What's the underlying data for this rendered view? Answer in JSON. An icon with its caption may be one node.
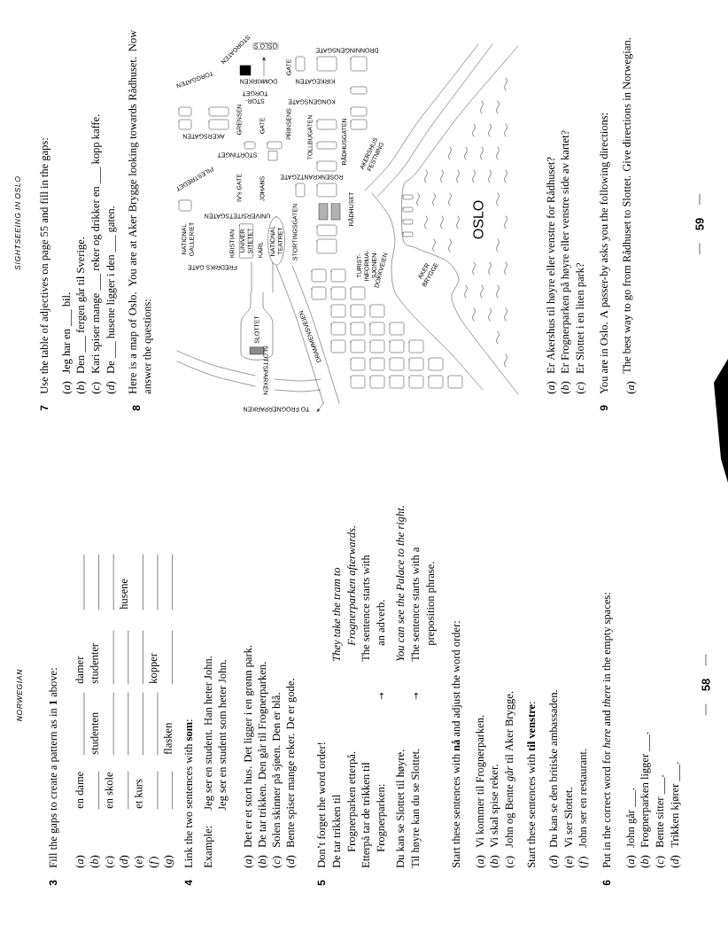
{
  "diagram": {
    "labels": [
      "NORWEGIAN",
      "3",
      "Fill the gaps to create a pattern as in **1** above:",
      "(*a*)",
      "en dame",
      "damer",
      "(*b*)",
      "studenten",
      "studenter",
      "(*c*)",
      "en skole",
      "(*d*)",
      "husene",
      "(*e*)",
      "et kurs",
      "(*f*)",
      "kopper",
      "(*g*)",
      "flasken",
      "4",
      "Link the two sentences with **som**:",
      "Example:",
      "Jeg ser en student. Han heter John.",
      "Jeg ser en student som heter John.",
      "(*a*)",
      "Det er et stort hus. Det ligger i en grønn park.",
      "(*b*)",
      "De tar trikken. Den går til Frognerparken.",
      "(*c*)",
      "Solen skinner på sjøen. Den er blå.",
      "(*d*)",
      "Bente spiser mange reker. De er gode.",
      "5",
      "Don’t forget the word order!",
      "De tar trikken til",
      "They take the tram to",
      "Frognerparken etterpå.",
      "Frognerparken afterwards.",
      "Etterpå tar de trikken til",
      "The sentence starts with",
      "Frognerparken:",
      "→",
      "an adverb.",
      "Du kan se Slottet til høyre.",
      "You can see the Palace to the right.",
      "Til høyre kan du se Slottet.",
      "→",
      "The sentence starts with a",
      "preposition phrase.",
      "Start these sentences with **nå** and adjust the word order:",
      "(*a*)",
      "Vi kommer til Frognerparken.",
      "(*b*)",
      "Vi skal spise reker.",
      "(*c*)",
      "John og Bente *går* til Aker Brygge.",
      "Start these sentences with **til venstre**:",
      "(*d*)",
      "Du kan se den britiske ambassaden.",
      "(*e*)",
      "Vi ser Slottet.",
      "(*f*)",
      "John ser en restaurant.",
      "6",
      "Put in the correct word for *here* and *there* in the empty spaces:",
      "(*a*)",
      "John går ___.",
      "(*b*)",
      "Frognerparken ligger ___.",
      "(*c*)",
      "Bente sitter ___.",
      "(*d*)",
      "Trikken kjører ___.",
      "58",
      "SIGHTSEEING IN OSLO",
      "7",
      "Use the table of adjectives on page 55 and fill in the gaps:",
      "(*a*)",
      "Jeg har en ___ bil.",
      "(*b*)",
      "Den ___ fergen går til Sverige.",
      "(*c*)",
      "Kari spiser mange ___ reker og drikker en ___ kopp kaffe.",
      "(*d*)",
      "De ___ husene ligger i den ___ gaten.",
      "8",
      "Here is a map of Oslo. You are at Aker Brygge looking towards Rådhuset. Now answer the questions:",
      "STORGATEN",
      "TORGGATEN",
      "OSLO S",
      "DRONNINGENSGATE",
      "DOMKIRKEN",
      "STOR- TORGET",
      "KIRKEGATEN",
      "GATE",
      "KONGENSGATE",
      "GRENSEN",
      "AKERSGATEN",
      "GATE",
      "PRINSENS",
      "TOLLBUGATEN",
      "RÅDHUSGATEN",
      "STORTINGET",
      "PILESTREDET",
      "IV's GATE",
      "JOHANS",
      "ROSENKRANTZGATE",
      "UNIVERSITETSGATEN",
      "RÅDHUSET",
      "NATIONAL GALLERIET",
      "KRISTIAN",
      "UNIVER SITETET",
      "KARL",
      "NATIONAL TEATRET",
      "STORTINGSGATEN",
      "FREDRIKS GATE",
      "TURIST- INFORMA- SJONEN",
      "SLOTTET",
      "SLOTTSPARKEN",
      "DRAMMENSVEIEN",
      "TO FROGNERPARKEN",
      "AKERSHUS FESTNING",
      "DOKKVEIEN",
      "AKER BRYGGE",
      "OSLO",
      "(*a*)",
      "Er Akershus til høyre eller venstre for Rådhuset?",
      "(*b*)",
      "Er Frognerparken på høyre eller venstre side av kartet?",
      "(*c*)",
      "Er Slottet i en liten park?",
      "9",
      "You are in Oslo. A passer-by asks you the following directions:",
      "(*a*)",
      "The best way to go from Rådhuset to Slottet. Give directions in Norwegian.",
      "59"
    ]
  }
}
